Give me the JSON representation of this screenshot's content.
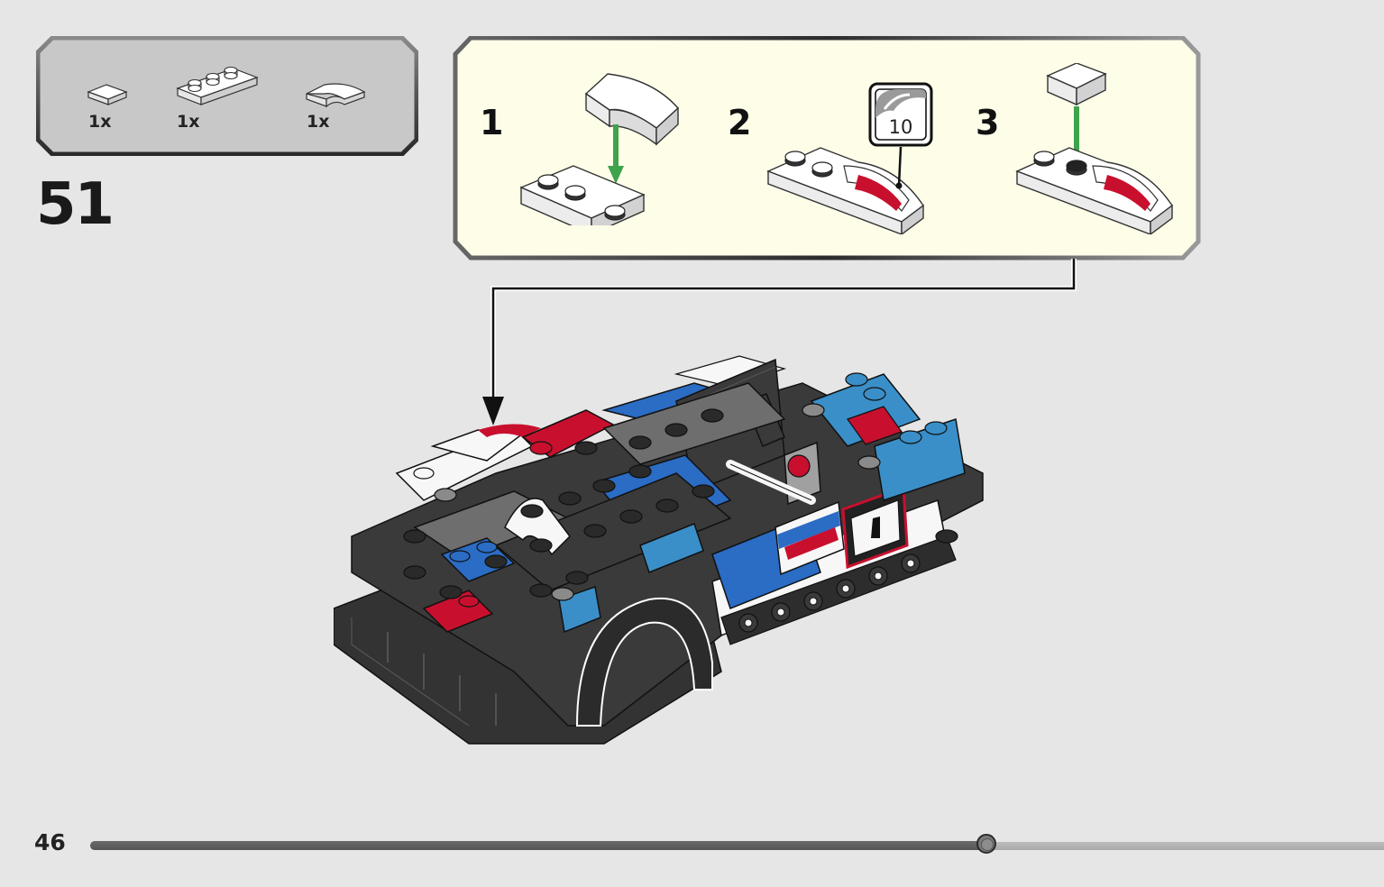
{
  "parts_list": {
    "items": [
      {
        "name": "white-tile-1x1",
        "quantity": "1x"
      },
      {
        "name": "white-plate-1x3",
        "quantity": "1x"
      },
      {
        "name": "white-curved-slope-1x2",
        "quantity": "1x"
      }
    ]
  },
  "step": {
    "number": "51"
  },
  "callout": {
    "substeps": [
      {
        "number": "1"
      },
      {
        "number": "2"
      },
      {
        "number": "3"
      }
    ],
    "sticker_number": "10"
  },
  "footer": {
    "page_number": "46",
    "progress_fraction": 0.693
  },
  "colors": {
    "page_background": "#e6e6e6",
    "callout_background": "#fdfde8",
    "parts_background": "#c8c8c8",
    "brick_dark": "#3a3a3a",
    "brick_light_gray": "#a0a0a0",
    "brick_blue": "#2b6cc4",
    "brick_azure": "#3a8fc8",
    "brick_red": "#c8102e",
    "brick_white": "#f7f7f7",
    "arrow_green": "#3fa34d"
  },
  "icons": [
    "green-down-arrow-icon",
    "black-down-arrow-icon",
    "sticker-icon"
  ]
}
